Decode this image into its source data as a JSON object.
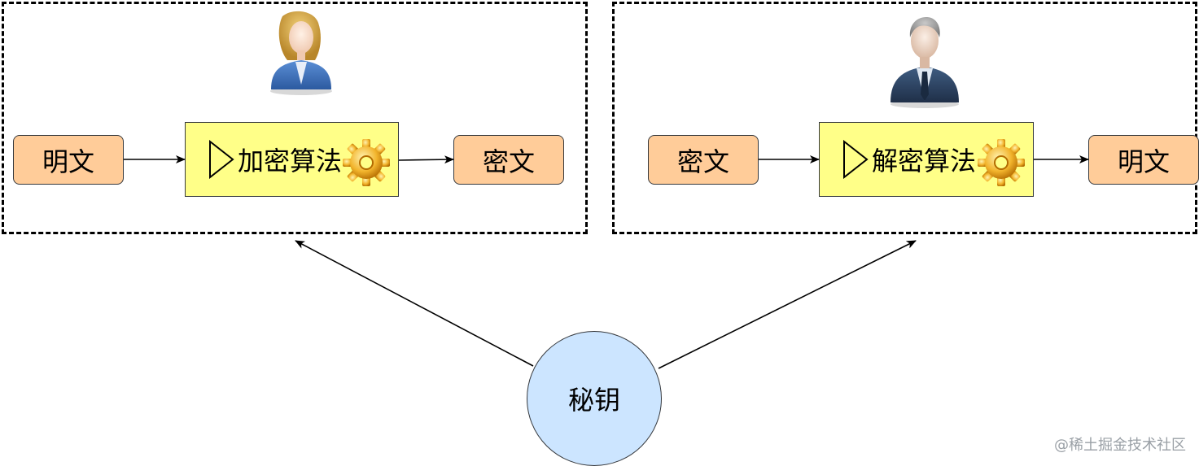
{
  "encrypt_panel": {
    "plaintext": "明文",
    "algorithm": "加密算法",
    "ciphertext": "密文"
  },
  "decrypt_panel": {
    "ciphertext": "密文",
    "algorithm": "解密算法",
    "plaintext": "明文"
  },
  "key": {
    "label": "秘钥"
  },
  "watermark": "@稀土掘金技术社区",
  "colors": {
    "box_fill": "#ffcc99",
    "algorithm_fill": "#ffff88",
    "key_fill": "#cce5ff",
    "border": "#36393d"
  },
  "icons": [
    "female-user-icon",
    "male-user-icon",
    "play-icon",
    "gear-icon"
  ]
}
